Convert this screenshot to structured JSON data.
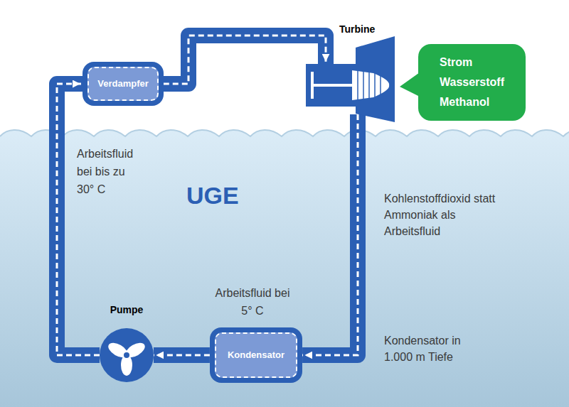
{
  "diagram": {
    "nodes": [
      {
        "text": [
          "Verdampfer"
        ]
      },
      {
        "text": [
          "Turbine"
        ]
      },
      {
        "text": [
          "Strom Wasserstoff Methanol"
        ]
      },
      {
        "text": [
          "Pumpe"
        ]
      },
      {
        "text": [
          "Kondensator"
        ]
      }
    ],
    "edges": [
      {
        "from": 0,
        "to": 1,
        "arrow": "to"
      },
      {
        "from": 1,
        "to": 4,
        "arrow": "to"
      },
      {
        "from": 4,
        "to": 3,
        "arrow": "to"
      },
      {
        "from": 3,
        "to": 0,
        "arrow": "to"
      }
    ],
    "labels": [
      "Arbeitsfluid bei bis zu 30° C",
      "UGE",
      "Kohlenstoffdioxid statt Ammoniak als Arbeitsfluid",
      "Arbeitsfluid bei 5° C",
      "Kondensator in 1.000 m Tiefe"
    ]
  }
}
